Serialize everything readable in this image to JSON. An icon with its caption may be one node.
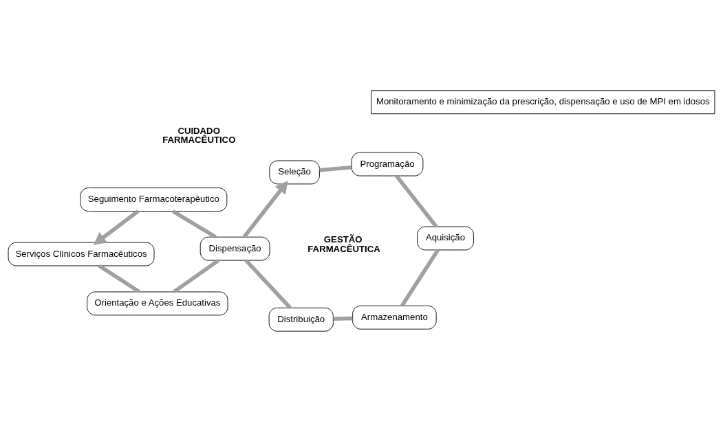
{
  "diagram": {
    "nodes": [
      {
        "text": [
          "Armazenamento"
        ]
      },
      {
        "text": [
          "Aquisição"
        ]
      },
      {
        "text": [
          "Distribuição"
        ]
      },
      {
        "text": [
          "Seguimento Farmacoterapêutico"
        ]
      },
      {
        "text": [
          "Programação"
        ]
      },
      {
        "text": [
          "Dispensação"
        ]
      },
      {
        "text": [
          "Serviços Clínicos Farmacêuticos"
        ]
      },
      {
        "text": [
          "Seleção"
        ]
      },
      {
        "text": [
          "Orientação e Ações Educativas"
        ]
      },
      {
        "text": [
          "Monitoramento e minimização da prescrição, dispensação e uso de MPI em idosos"
        ]
      }
    ],
    "edges": [
      {
        "from": 0,
        "to": 2,
        "arrow": "none"
      },
      {
        "from": 2,
        "to": 5,
        "arrow": "none"
      },
      {
        "from": 5,
        "to": 7,
        "arrow": "to"
      },
      {
        "from": 7,
        "to": 4,
        "arrow": "none"
      },
      {
        "from": 4,
        "to": 1,
        "arrow": "none"
      },
      {
        "from": 1,
        "to": 0,
        "arrow": "none"
      },
      {
        "from": 3,
        "to": 6,
        "arrow": "to"
      },
      {
        "from": 6,
        "to": 8,
        "arrow": "none"
      },
      {
        "from": 8,
        "to": 5,
        "arrow": "none"
      },
      {
        "from": 5,
        "to": 3,
        "arrow": "none"
      }
    ],
    "labels": [
      "GESTÃO FARMACÊUTICA",
      "CUIDADO FARMACÊUTICO"
    ]
  }
}
